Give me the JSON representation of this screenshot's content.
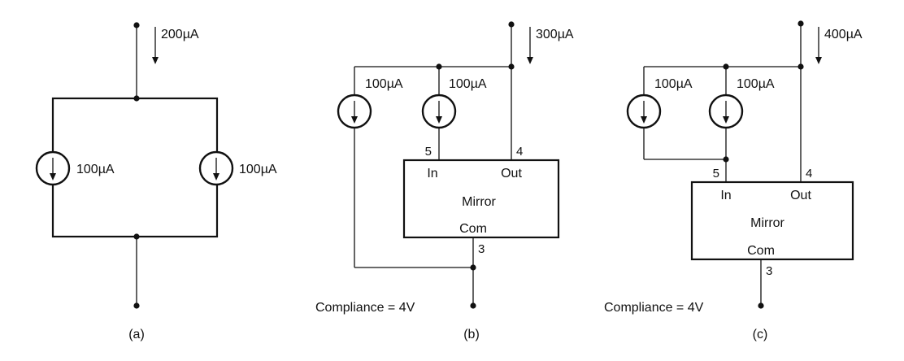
{
  "circuit_a": {
    "caption": "(a)",
    "input_current": "200µA",
    "source_left": "100µA",
    "source_right": "100µA"
  },
  "circuit_b": {
    "caption": "(b)",
    "input_current": "300µA",
    "source_left": "100µA",
    "source_right": "100µA",
    "block": {
      "title": "Mirror",
      "in_label": "In",
      "out_label": "Out",
      "com_label": "Com"
    },
    "pins": {
      "in": "5",
      "out": "4",
      "com": "3"
    },
    "compliance": "Compliance = 4V"
  },
  "circuit_c": {
    "caption": "(c)",
    "input_current": "400µA",
    "source_left": "100µA",
    "source_right": "100µA",
    "block": {
      "title": "Mirror",
      "in_label": "In",
      "out_label": "Out",
      "com_label": "Com"
    },
    "pins": {
      "in": "5",
      "out": "4",
      "com": "3"
    },
    "compliance": "Compliance = 4V"
  }
}
